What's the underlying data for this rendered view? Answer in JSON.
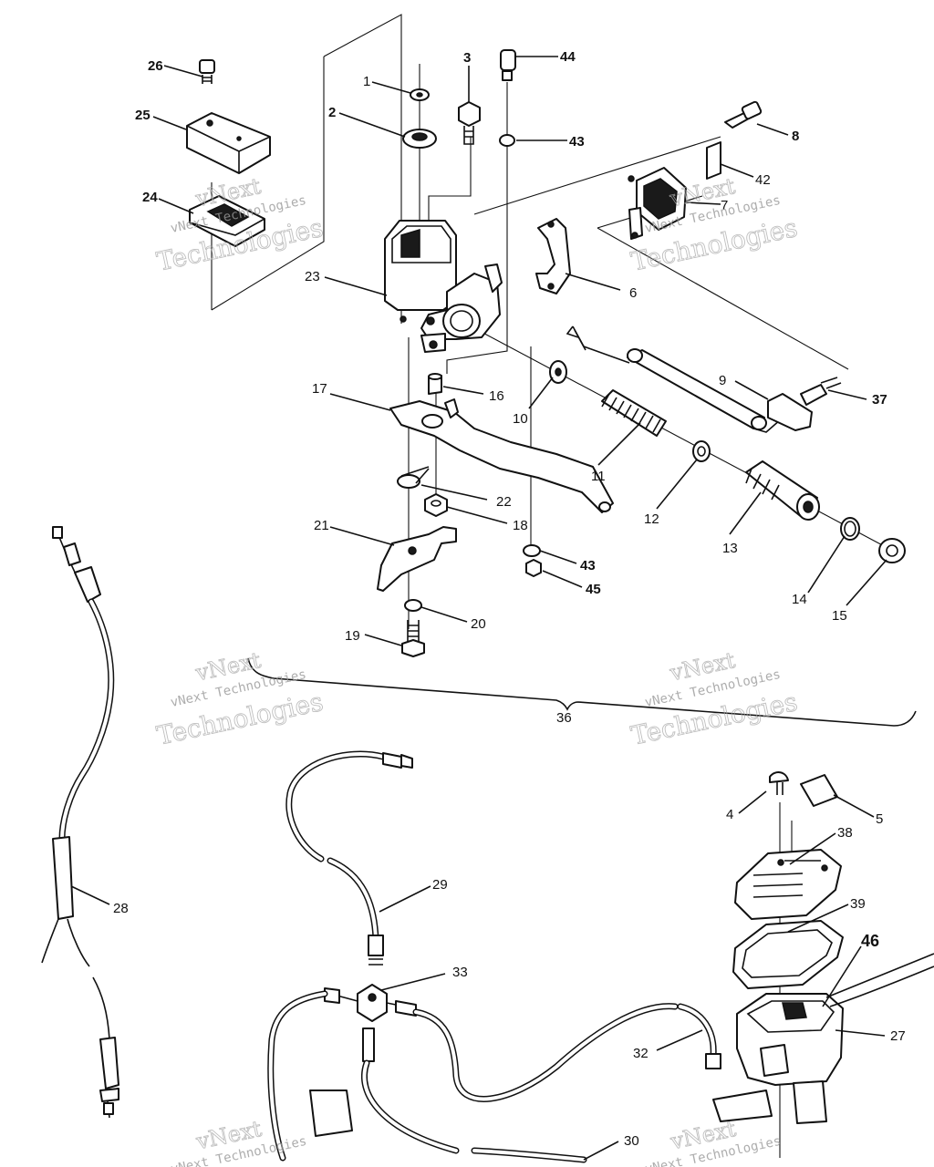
{
  "watermark": {
    "line1": "vNext",
    "line2": "vNext Technologies",
    "line3": "Technologies"
  },
  "callouts": {
    "c1": "1",
    "c2": "2",
    "c3": "3",
    "c4": "4",
    "c5": "5",
    "c6": "6",
    "c7": "7",
    "c8": "8",
    "c9": "9",
    "c10": "10",
    "c11": "11",
    "c12": "12",
    "c13": "13",
    "c14": "14",
    "c15": "15",
    "c16": "16",
    "c17": "17",
    "c18": "18",
    "c19": "19",
    "c20": "20",
    "c21": "21",
    "c22": "22",
    "c23": "23",
    "c24": "24",
    "c25": "25",
    "c26": "26",
    "c27": "27",
    "c28": "28",
    "c29": "29",
    "c30": "30",
    "c32": "32",
    "c33": "33",
    "c36": "36",
    "c37": "37",
    "c38": "38",
    "c39": "39",
    "c42": "42",
    "c43a": "43",
    "c43b": "43",
    "c44": "44",
    "c45": "45",
    "c46": "46"
  }
}
